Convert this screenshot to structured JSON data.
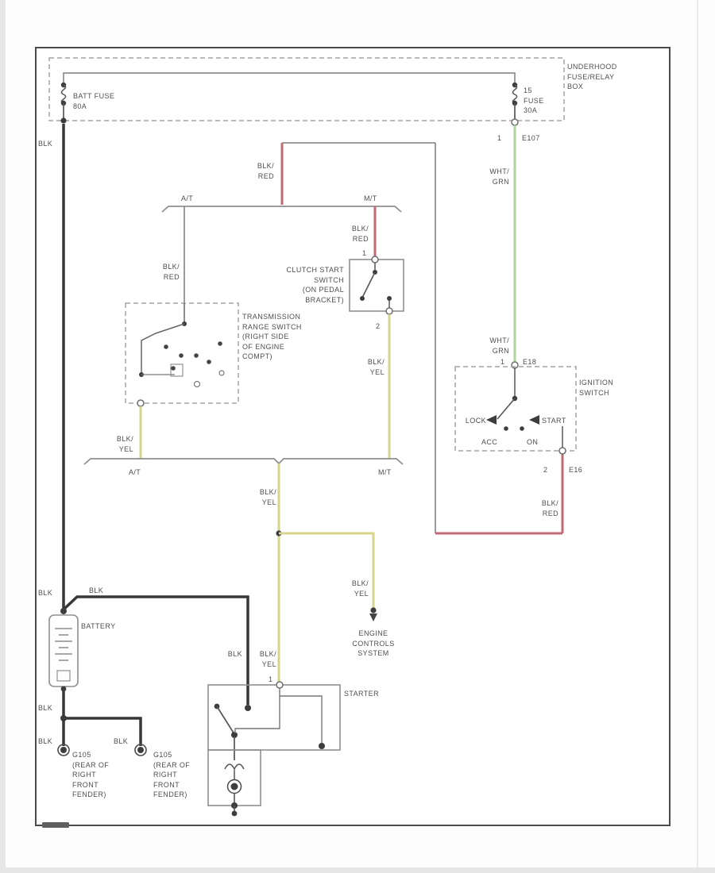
{
  "fuse_box": {
    "title": "UNDERHOOD\nFUSE/RELAY\nBOX",
    "batt_fuse": "BATT FUSE\n80A",
    "ign_fuse": "15\nFUSE\n30A",
    "out_pin": "1",
    "out_connector": "E107"
  },
  "ignition_switch": {
    "title": "IGNITION\nSWITCH",
    "in_pin": "1",
    "in_connector": "E18",
    "positions": {
      "lock": "LOCK",
      "acc": "ACC",
      "on": "ON",
      "start": "START"
    },
    "out_pin": "2",
    "out_connector": "E16"
  },
  "clutch_start_switch": {
    "title": "CLUTCH START\nSWITCH\n(ON PEDAL\nBRACKET)",
    "in_pin": "1",
    "out_pin": "2"
  },
  "transmission_range_switch": {
    "title": "TRANSMISSION\nRANGE SWITCH\n(RIGHT SIDE\nOF ENGINE\nCOMPT)"
  },
  "battery": {
    "title": "BATTERY"
  },
  "starter": {
    "title": "STARTER",
    "in_pin": "1"
  },
  "engine_controls": {
    "title": "ENGINE\nCONTROLS\nSYSTEM"
  },
  "grounds": {
    "left": "G105\n(REAR OF\nRIGHT\nFRONT\nFENDER)",
    "right": "G105\n(REAR OF\nRIGHT\nFRONT\nFENDER)"
  },
  "buses": {
    "top_left": "A/T",
    "top_right": "M/T",
    "bottom_left": "A/T",
    "bottom_right": "M/T"
  },
  "wire_labels": {
    "blk_top": "BLK",
    "blk_red_feed": "BLK/\nRED",
    "blk_red_at": "BLK/\nRED",
    "blk_red_mt": "BLK/\nRED",
    "blk_red_ign": "BLK/\nRED",
    "wht_grn_upper": "WHT/\nGRN",
    "wht_grn_lower": "WHT/\nGRN",
    "blk_yel_range": "BLK/\nYEL",
    "blk_yel_clutch": "BLK/\nYEL",
    "blk_yel_main": "BLK/\nYEL",
    "blk_yel_ecs": "BLK/\nYEL",
    "blk_yel_starter": "BLK/\nYEL",
    "blk_battery_feed": "BLK",
    "blk_batt_left": "BLK",
    "blk_starter": "BLK",
    "blk_below_battery": "BLK",
    "blk_gnd_left": "BLK",
    "blk_gnd_right": "BLK"
  },
  "colors": {
    "green": "#abd69e",
    "red": "#c06b74",
    "yellow": "#d5d58e",
    "black": "#383838",
    "gray": "#8f8f8f"
  }
}
